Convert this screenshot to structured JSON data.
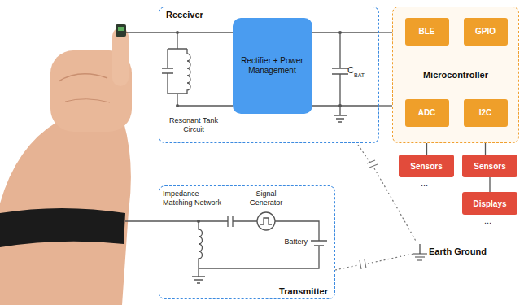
{
  "diagram": {
    "nodes": [
      {
        "text": [
          "Receiver"
        ]
      },
      {
        "text": [
          "Rectifier + Power Management"
        ],
        "in": 0
      },
      {
        "text": [
          "Microcontroller"
        ]
      },
      {
        "text": [
          "BLE"
        ],
        "in": 2
      },
      {
        "text": [
          "GPIO"
        ],
        "in": 2
      },
      {
        "text": [
          "ADC"
        ],
        "in": 2
      },
      {
        "text": [
          "I2C"
        ],
        "in": 2
      },
      {
        "text": [
          "Sensors"
        ]
      },
      {
        "text": [
          "Sensors"
        ]
      },
      {
        "text": [
          "Displays"
        ]
      },
      {
        "text": [
          "Transmitter"
        ]
      }
    ],
    "edges": [
      {
        "from": 5,
        "to": 7,
        "arrow": "none"
      },
      {
        "from": 6,
        "to": 8,
        "arrow": "none"
      },
      {
        "from": 8,
        "to": 9,
        "arrow": "none"
      },
      {
        "from": 0,
        "to": 2,
        "arrow": "none"
      },
      {
        "from": 0,
        "to": 2,
        "arrow": "none"
      }
    ],
    "labels": [
      "Resonant Tank Circuit",
      "C",
      "BAT",
      "...",
      "...",
      "Impedance Matching Network",
      "Signal Generator",
      "Battery",
      "Earth Ground"
    ]
  }
}
